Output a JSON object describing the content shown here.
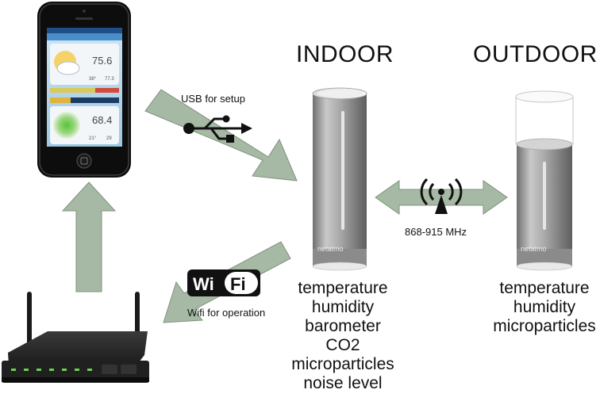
{
  "indoor": {
    "title": "INDOOR",
    "features": [
      "temperature",
      "humidity",
      "barometer",
      "CO2",
      "microparticles",
      "noise level"
    ],
    "device_brand": "netatmo"
  },
  "outdoor": {
    "title": "OUTDOOR",
    "features": [
      "temperature",
      "humidity",
      "microparticles"
    ],
    "device_brand": "netatmo"
  },
  "links": {
    "usb_label": "USB for setup",
    "radio_label": "868-915 MHz",
    "wifi_label": "Wifi for operation",
    "wifi_logo_left": "Wi",
    "wifi_logo_right": "Fi"
  },
  "phone": {
    "outdoor_temp": "75.6",
    "outdoor_min": "38°",
    "outdoor_max": "77.3",
    "indoor_temp": "68.4",
    "indoor_min": "21°",
    "indoor_max": "29"
  },
  "colors": {
    "arrow_fill": "#a6b9a4",
    "arrow_stroke": "#7f937d",
    "device_body": "#9a9a9a",
    "router_body": "#1c1c1c"
  }
}
